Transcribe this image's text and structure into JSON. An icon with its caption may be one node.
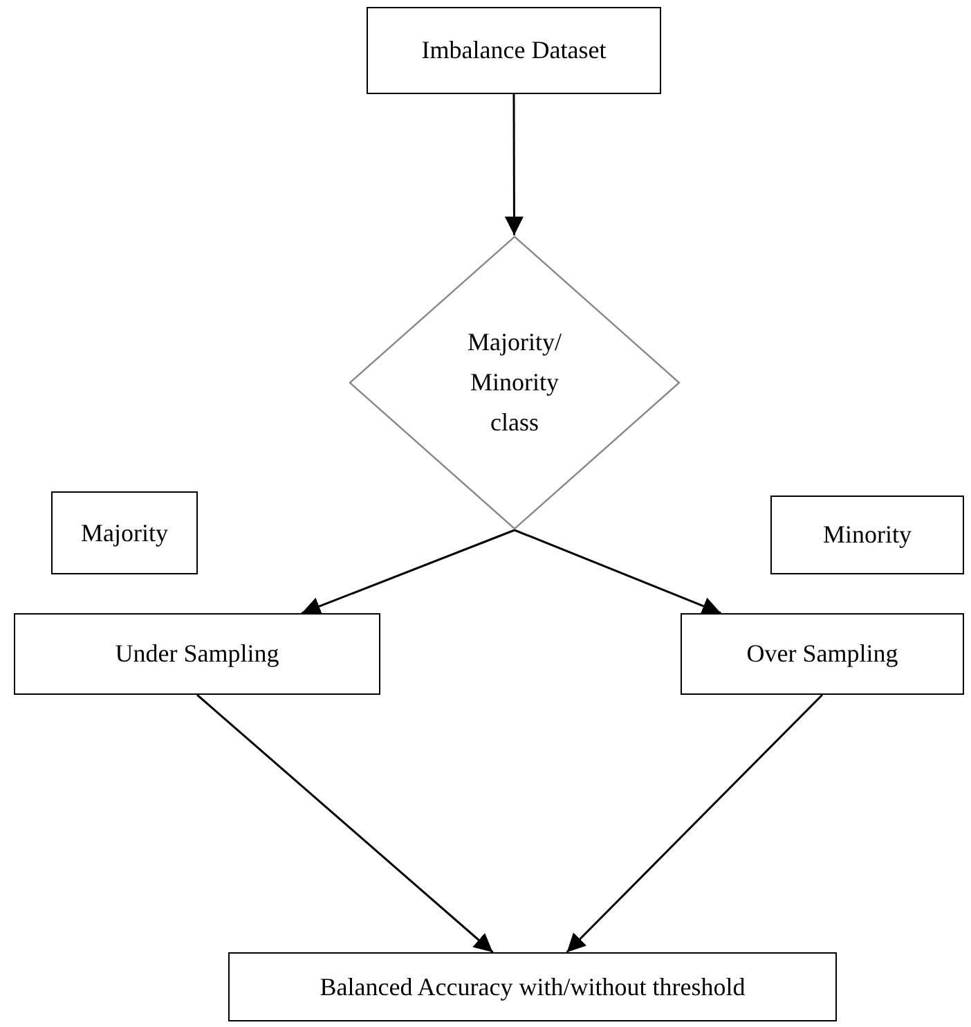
{
  "diagram": {
    "nodes": [
      {
        "text": [
          "Imbalance Dataset"
        ]
      },
      {
        "text": [
          "Majority/ Minority class"
        ]
      },
      {
        "text": [
          "Majority"
        ]
      },
      {
        "text": [
          "Minority"
        ]
      },
      {
        "text": [
          "Under Sampling"
        ]
      },
      {
        "text": [
          "Over Sampling"
        ]
      },
      {
        "text": [
          "Balanced Accuracy with/without threshold"
        ]
      }
    ],
    "edges": [
      {
        "from": 0,
        "to": 1,
        "arrow": "to"
      },
      {
        "from": 1,
        "to": 4,
        "arrow": "to"
      },
      {
        "from": 1,
        "to": 5,
        "arrow": "to"
      },
      {
        "from": 4,
        "to": 6,
        "arrow": "to"
      },
      {
        "from": 5,
        "to": 6,
        "arrow": "to"
      }
    ]
  }
}
